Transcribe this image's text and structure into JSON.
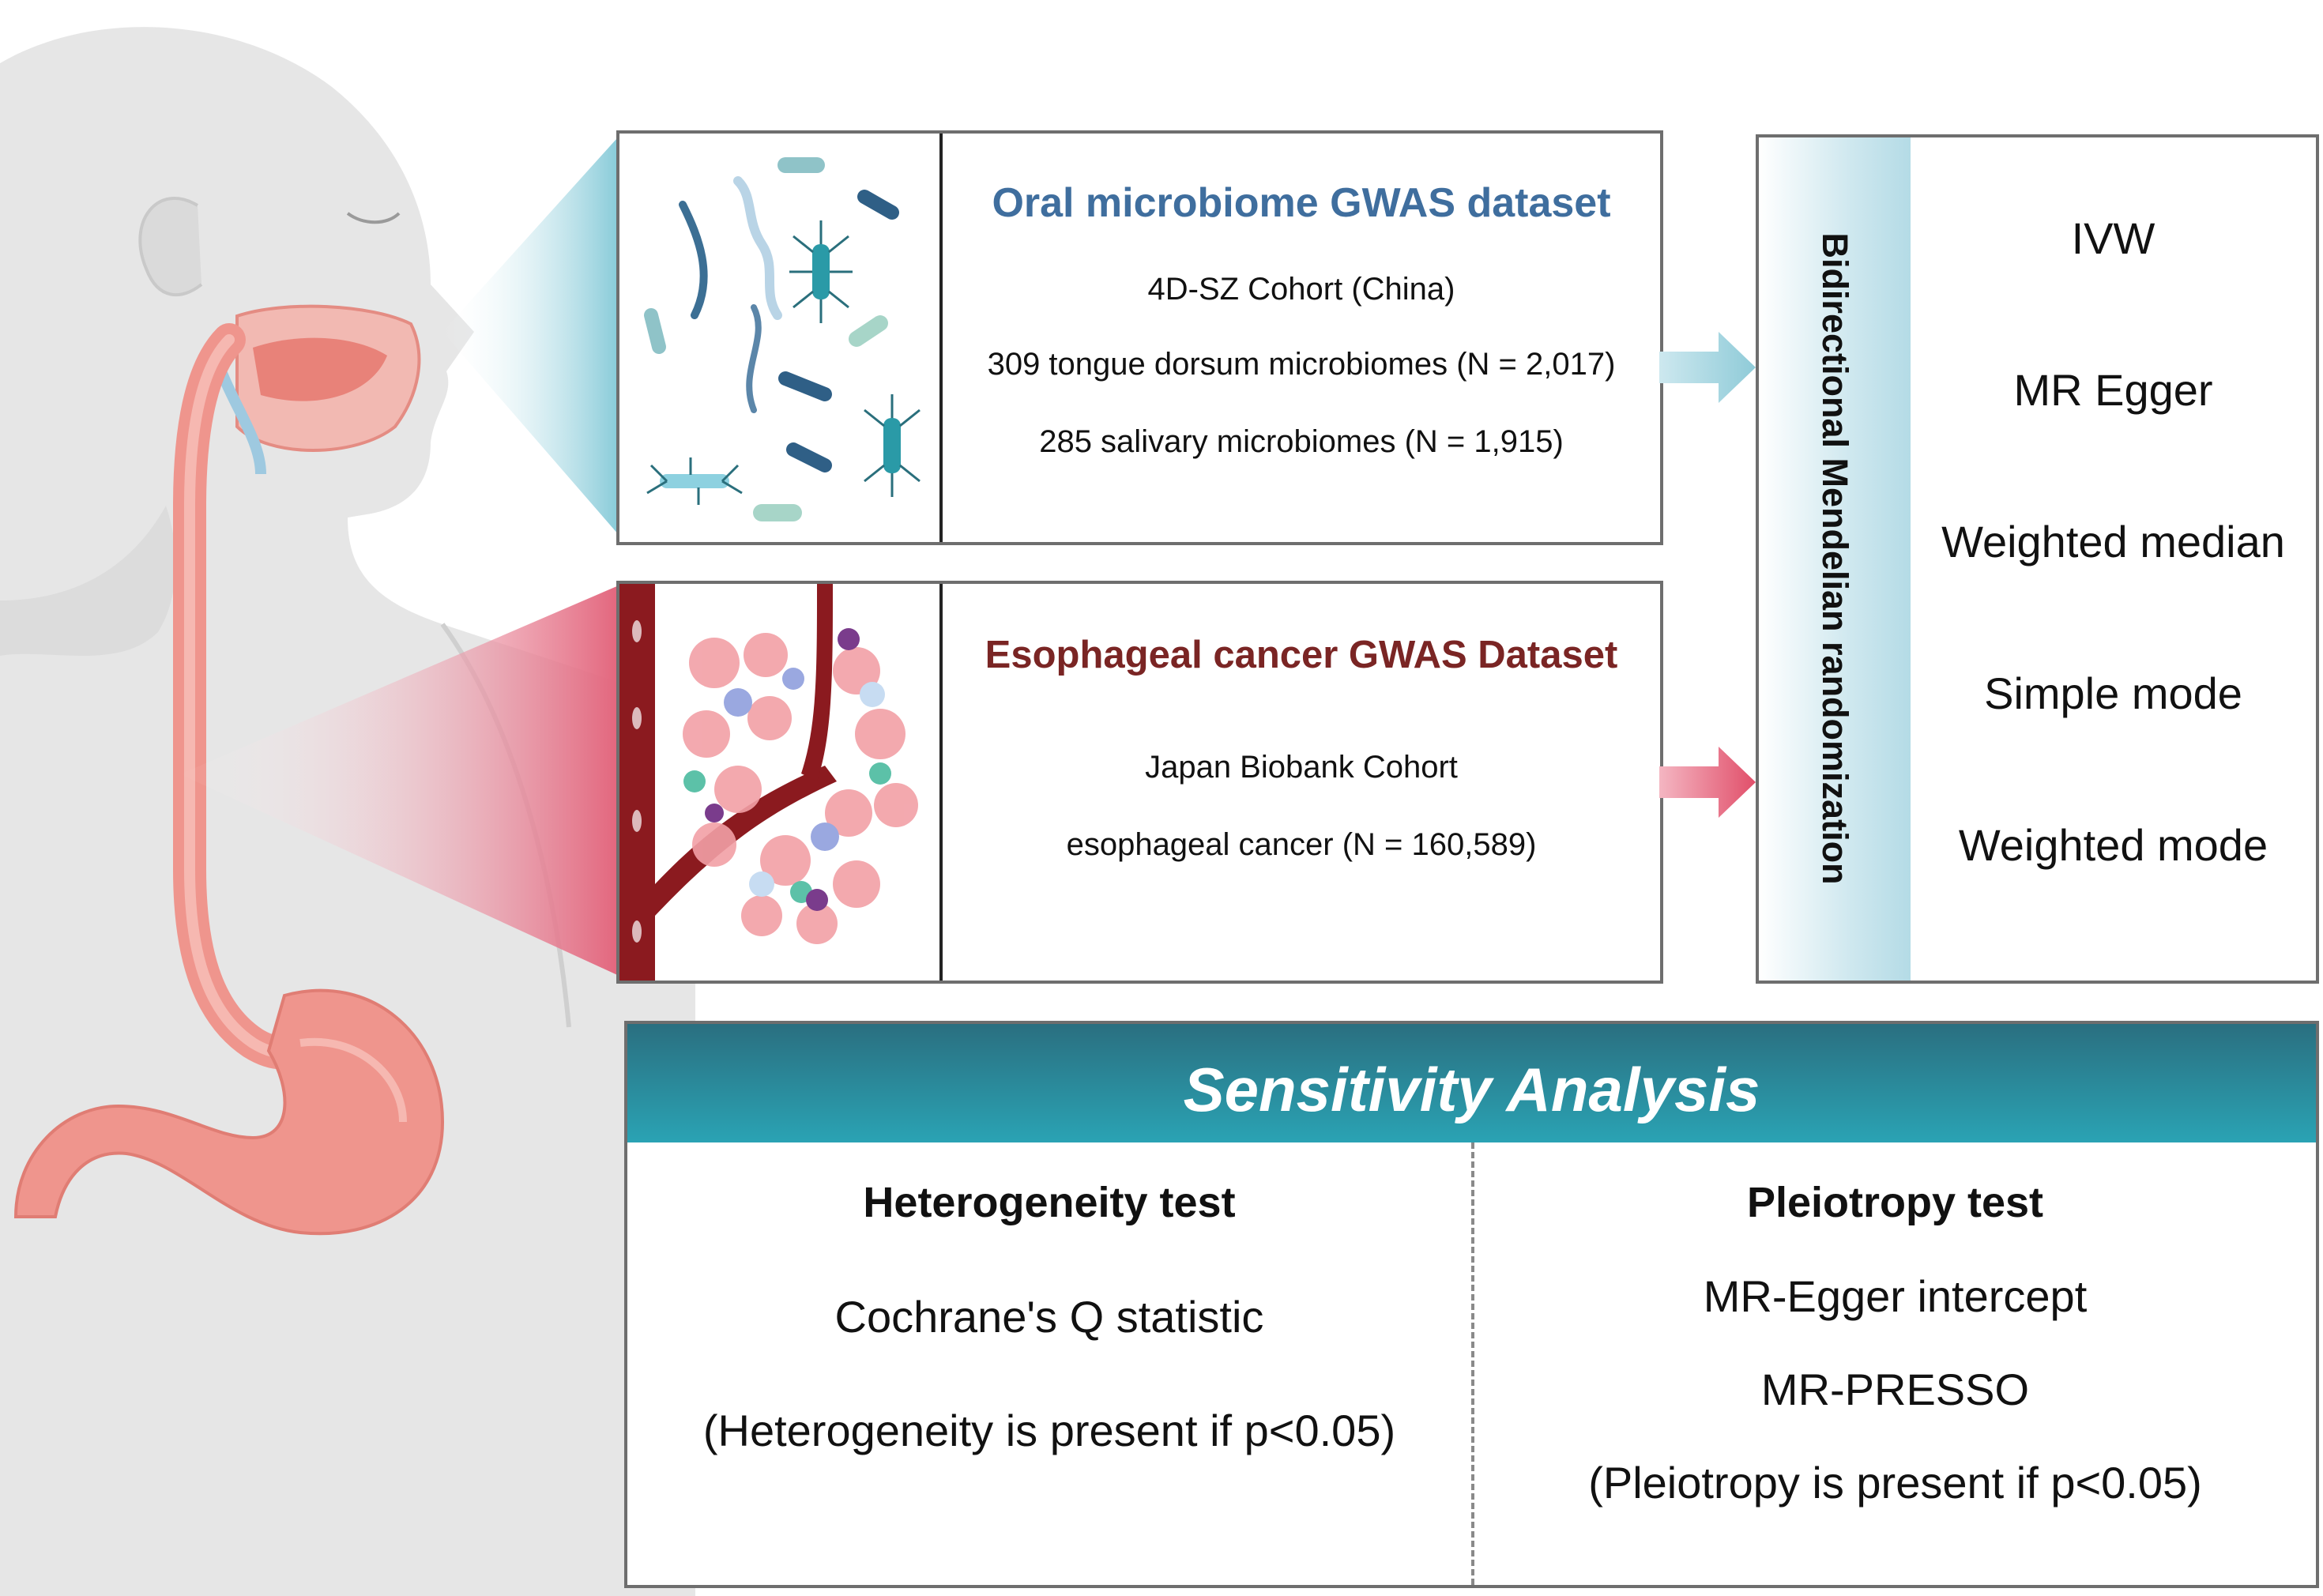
{
  "colors": {
    "oral_title": "#3f6e9e",
    "cancer_title": "#7a2524",
    "teal_dark": "#28707e",
    "teal_light": "#2fa0b2",
    "border": "#6e6e6e",
    "skin": "#e4e4e4",
    "esophagus": "#ef958d"
  },
  "oral_dataset": {
    "title": "Oral microbiome GWAS dataset",
    "cohort": "4D-SZ Cohort (China)",
    "line1": "309 tongue dorsum microbiomes (N = 2,017)",
    "line2": "285 salivary microbiomes (N = 1,915)"
  },
  "cancer_dataset": {
    "title": "Esophageal cancer GWAS Dataset",
    "cohort": "Japan Biobank Cohort",
    "line1": "esophageal cancer (N = 160,589)"
  },
  "mr": {
    "vertical_title": "Bidirectional Mendelian randomization",
    "methods": [
      "IVW",
      "MR Egger",
      "Weighted median",
      "Simple mode",
      "Weighted mode"
    ]
  },
  "sensitivity": {
    "title": "Sensitivity Analysis",
    "heterogeneity": {
      "title": "Heterogeneity test",
      "line1": "Cochrane's Q statistic",
      "line2": "(Heterogeneity is present if p<0.05)"
    },
    "pleiotropy": {
      "title": "Pleiotropy test",
      "line1": "MR-Egger intercept",
      "line2": "MR-PRESSO",
      "line3": "(Pleiotropy is present if p<0.05)"
    }
  },
  "icons": {
    "body": "human-head-torso-illustration",
    "bacteria": "bacteria-illustration",
    "tumor": "tumor-blood-vessel-illustration"
  }
}
